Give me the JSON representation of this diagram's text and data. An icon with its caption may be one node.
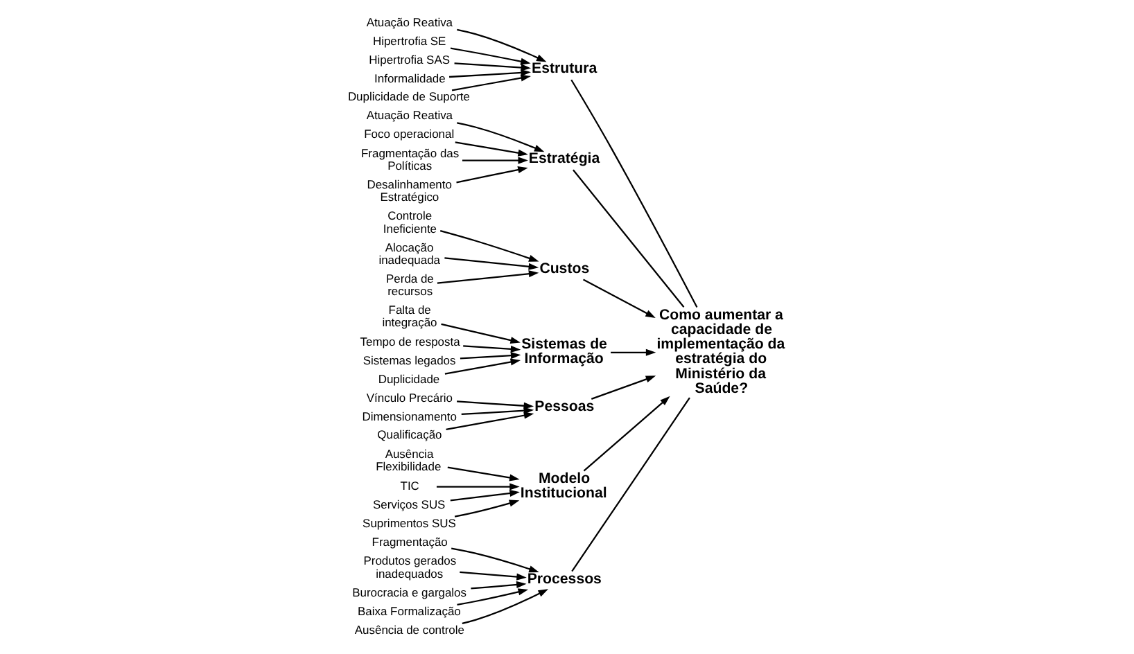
{
  "diagram": {
    "nodes": [
      {
        "text": [
          "Processos"
        ]
      },
      {
        "text": [
          "Estrutura"
        ]
      },
      {
        "text": [
          "Estratégia"
        ]
      },
      {
        "text": [
          "Fragmentação"
        ]
      },
      {
        "text": [
          "Produtos gerados inadequados"
        ]
      },
      {
        "text": [
          "Burocracia e gargalos"
        ]
      },
      {
        "text": [
          "Baixa Formalização"
        ]
      },
      {
        "text": [
          "Ausência de controle"
        ]
      },
      {
        "text": [
          "Atuação Reativa"
        ]
      },
      {
        "text": [
          "Hipertrofia SE"
        ]
      },
      {
        "text": [
          "Hipertrofia SAS"
        ]
      },
      {
        "text": [
          "Informalidade"
        ]
      },
      {
        "text": [
          "Duplicidade de Suporte"
        ]
      },
      {
        "text": [
          "Atuação Reativa"
        ]
      },
      {
        "text": [
          "Foco operacional"
        ]
      },
      {
        "text": [
          "Fragmentação das Políticas"
        ]
      },
      {
        "text": [
          "Desalinhamento Estratégico"
        ]
      },
      {
        "text": [
          "Como aumentar a capacidade de implementação da estratégia do Ministério da Saúde?"
        ]
      },
      {
        "text": [
          "Controle Ineficiente"
        ]
      },
      {
        "text": [
          "Alocação inadequada"
        ]
      },
      {
        "text": [
          "Perda de recursos"
        ]
      },
      {
        "text": [
          "Falta de integração"
        ]
      },
      {
        "text": [
          "Tempo de resposta"
        ]
      },
      {
        "text": [
          "Sistemas legados"
        ]
      },
      {
        "text": [
          "Duplicidade"
        ]
      },
      {
        "text": [
          "Vínculo Precário"
        ]
      },
      {
        "text": [
          "Dimensionamento"
        ]
      },
      {
        "text": [
          "Qualificação"
        ]
      },
      {
        "text": [
          "Ausência Flexibilidade"
        ]
      },
      {
        "text": [
          "TIC"
        ]
      },
      {
        "text": [
          "Serviços SUS"
        ]
      },
      {
        "text": [
          "Suprimentos SUS"
        ]
      },
      {
        "text": [
          "Custos"
        ]
      },
      {
        "text": [
          "Sistemas de Informação"
        ]
      },
      {
        "text": [
          "Pessoas"
        ]
      },
      {
        "text": [
          "Modelo Institucional"
        ]
      }
    ],
    "edges": [
      {
        "from": 3,
        "to": 0,
        "arrow": "to"
      },
      {
        "from": 4,
        "to": 0,
        "arrow": "to"
      },
      {
        "from": 5,
        "to": 0,
        "arrow": "to"
      },
      {
        "from": 6,
        "to": 0,
        "arrow": "to"
      },
      {
        "from": 7,
        "to": 0,
        "arrow": "to"
      },
      {
        "from": 8,
        "to": 1,
        "arrow": "to"
      },
      {
        "from": 9,
        "to": 1,
        "arrow": "to"
      },
      {
        "from": 10,
        "to": 1,
        "arrow": "to"
      },
      {
        "from": 11,
        "to": 1,
        "arrow": "to"
      },
      {
        "from": 12,
        "to": 1,
        "arrow": "to"
      },
      {
        "from": 13,
        "to": 2,
        "arrow": "to"
      },
      {
        "from": 14,
        "to": 2,
        "arrow": "to"
      },
      {
        "from": 15,
        "to": 2,
        "arrow": "to"
      },
      {
        "from": 16,
        "to": 2,
        "arrow": "to"
      },
      {
        "from": 0,
        "to": 17,
        "arrow": "none"
      },
      {
        "from": 1,
        "to": 17,
        "arrow": "none"
      },
      {
        "from": 2,
        "to": 17,
        "arrow": "none"
      },
      {
        "from": 18,
        "to": 32,
        "arrow": "to"
      },
      {
        "from": 19,
        "to": 32,
        "arrow": "to"
      },
      {
        "from": 20,
        "to": 32,
        "arrow": "to"
      },
      {
        "from": 21,
        "to": 33,
        "arrow": "to"
      },
      {
        "from": 22,
        "to": 33,
        "arrow": "to"
      },
      {
        "from": 23,
        "to": 33,
        "arrow": "to"
      },
      {
        "from": 24,
        "to": 33,
        "arrow": "to"
      },
      {
        "from": 25,
        "to": 34,
        "arrow": "to"
      },
      {
        "from": 26,
        "to": 34,
        "arrow": "to"
      },
      {
        "from": 27,
        "to": 34,
        "arrow": "to"
      },
      {
        "from": 28,
        "to": 35,
        "arrow": "to"
      },
      {
        "from": 29,
        "to": 35,
        "arrow": "to"
      },
      {
        "from": 30,
        "to": 35,
        "arrow": "to"
      },
      {
        "from": 31,
        "to": 35,
        "arrow": "to"
      },
      {
        "from": 32,
        "to": 17,
        "arrow": "to"
      },
      {
        "from": 33,
        "to": 17,
        "arrow": "to"
      },
      {
        "from": 34,
        "to": 17,
        "arrow": "to"
      },
      {
        "from": 35,
        "to": 17,
        "arrow": "to"
      }
    ]
  }
}
